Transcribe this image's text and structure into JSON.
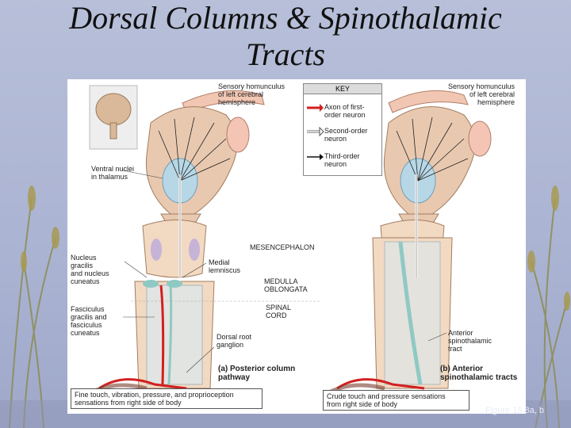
{
  "slide": {
    "title_line1": "Dorsal Columns & Spinothalamic",
    "title_line2": "Tracts",
    "figure_ref": "Figure 15.8a, b"
  },
  "diagram": {
    "key": {
      "header": "KEY",
      "items": [
        {
          "label": "Axon of first-\norder neuron",
          "color": "#d21f1f"
        },
        {
          "label": "Second-order\nneuron",
          "color": "#ffffff"
        },
        {
          "label": "Third-order\nneuron",
          "color": "#111111"
        }
      ]
    },
    "labels": {
      "sensory_left": "Sensory homunculus\nof left cerebral\nhemisphere",
      "sensory_right": "Sensory homunculus\nof left cerebral\nhemisphere",
      "ventral_nuclei": "Ventral nuclei\nin thalamus",
      "mesencephalon": "MESENCEPHALON",
      "nucleus_gracilis": "Nucleus\ngracilis\nand nucleus\ncuneatus",
      "medial_lemniscus": "Medial\nlemniscus",
      "medulla": "MEDULLA\nOBLONGATA",
      "fasciculus": "Fasciculus\ngracilis and\nfasciculus\ncuneatus",
      "spinal_cord": "SPINAL\nCORD",
      "dorsal_root": "Dorsal root\nganglion",
      "anterior_tract": "Anterior\nspinothalamic\ntract"
    },
    "captions": {
      "a": "(a) Posterior column\npathway",
      "b": "(b) Anterior\nspinothalamic tracts"
    },
    "boxes": {
      "left": "Fine touch, vibration, pressure, and proprioception\nsensations from right side of body",
      "right": "Crude touch and pressure sensations\nfrom right side of body"
    },
    "colors": {
      "brain": "#e8c9b0",
      "thalamus": "#b7d7e6",
      "cord": "#f2d9c2",
      "first_order": "#d21f1f",
      "second_order": "#8fc9c4"
    }
  }
}
